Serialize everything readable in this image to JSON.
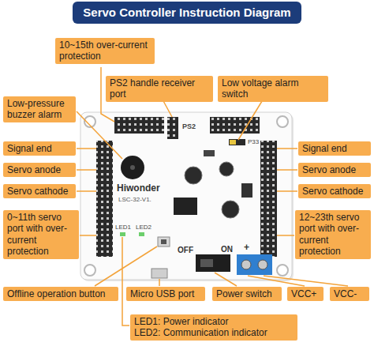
{
  "diagram": {
    "title": "Servo Controller Instruction Diagram",
    "nodes": [
      {
        "text": [
          "10~15th over-current protection"
        ]
      },
      {
        "text": [
          "PS2 handle receiver port"
        ]
      },
      {
        "text": [
          "Low voltage alarm switch"
        ]
      },
      {
        "text": [
          "Low-pressure buzzer alarm"
        ]
      },
      {
        "text": [
          "Signal end"
        ]
      },
      {
        "text": [
          "Signal end"
        ]
      },
      {
        "text": [
          "Servo anode"
        ]
      },
      {
        "text": [
          "Servo anode"
        ]
      },
      {
        "text": [
          "Servo cathode"
        ]
      },
      {
        "text": [
          "Servo cathode"
        ]
      },
      {
        "text": [
          "0~11th servo port with over-current protection"
        ]
      },
      {
        "text": [
          "12~23th servo port with over-current protection"
        ]
      },
      {
        "text": [
          "Offline operation button"
        ]
      },
      {
        "text": [
          "Micro USB port"
        ]
      },
      {
        "text": [
          "Power switch"
        ]
      },
      {
        "text": [
          "VCC+"
        ]
      },
      {
        "text": [
          "VCC-"
        ]
      },
      {
        "text": [
          "LED1: Power indicator",
          "LED2: Communication indicator"
        ]
      }
    ],
    "labels": [
      "Hiwonder",
      "LSC-32-V1.",
      "PS2",
      "P33",
      "OFF",
      "ON",
      "+",
      "-",
      "LED1",
      "LED2"
    ]
  }
}
